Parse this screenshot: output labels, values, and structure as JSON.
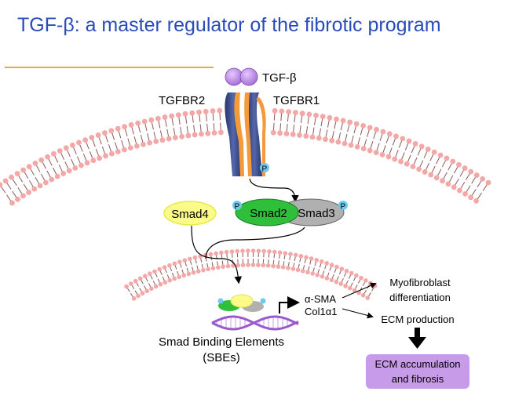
{
  "title": "TGF-β: a master regulator of the fibrotic program",
  "ligand_label": "TGF-β",
  "receptor_left_label": "TGFBR2",
  "receptor_right_label": "TGFBR1",
  "phospho_label": "P",
  "smad4_label": "Smad4",
  "smad2_label": "Smad2",
  "smad3_label": "Smad3",
  "targets": [
    "α-SMA",
    "Col1α1"
  ],
  "outcome_myofibroblast": [
    "Myofibroblast",
    "differentiation"
  ],
  "outcome_ecm": "ECM production",
  "final_outcome": [
    "ECM accumulation",
    "and fibrosis"
  ],
  "sbe_label": [
    "Smad Binding Elements",
    "(SBEs)"
  ],
  "colors": {
    "title": "#2a4cb8",
    "title_rule": "#e8a93c",
    "lipid_head": "#f4a7a7",
    "lipid_tail": "#8a5a5a",
    "tgfb": "#b483e0",
    "receptor": "#3c4f8f",
    "receptor_accent": "#f59a3a",
    "phospho": "#6ec9f0",
    "smad4": "#fbfb8a",
    "smad2": "#2fbf3a",
    "smad3": "#b0b0b0",
    "fibrosis_box": "#c79be8",
    "dna": "#9b59d0"
  }
}
